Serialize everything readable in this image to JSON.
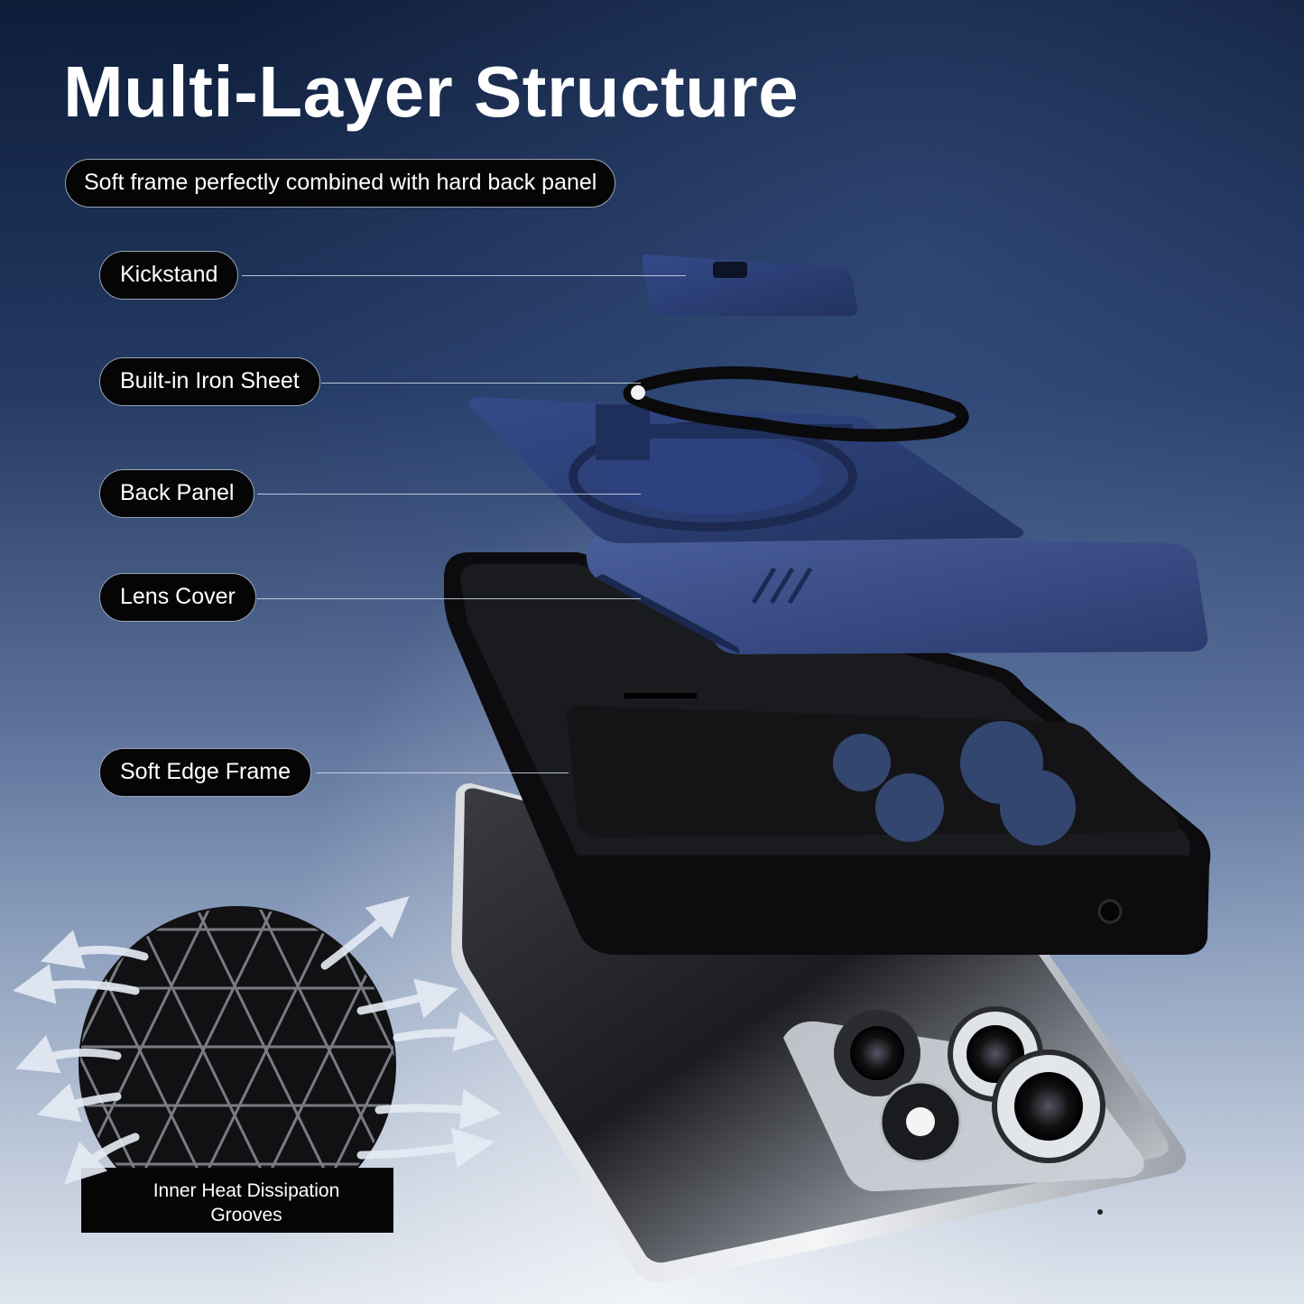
{
  "title": "Multi-Layer Structure",
  "subtitle": "Soft frame perfectly combined with hard back panel",
  "labels": {
    "kickstand": "Kickstand",
    "iron_sheet": "Built-in Iron Sheet",
    "back_panel": "Back Panel",
    "lens_cover": "Lens Cover",
    "soft_edge_frame": "Soft Edge Frame"
  },
  "callout": {
    "line1": "Inner Heat Dissipation",
    "line2": "Grooves"
  },
  "colors": {
    "panel_blue": "#2c3f78",
    "frame_black": "#0c0c0e",
    "label_bg": "#050505",
    "phone_silver": "#c8ccd2"
  }
}
